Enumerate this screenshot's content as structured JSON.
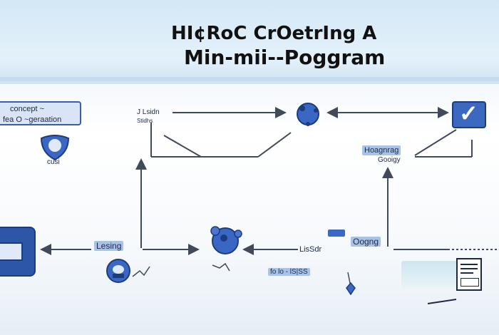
{
  "title": {
    "line1": "HI¢RoC CrOetrIng A",
    "line2": "Min-mii--Poggram"
  },
  "nodes": {
    "concept_box": {
      "line1": "concept ~",
      "line2": "fea O ~geraation"
    },
    "concept_icon_label": "cusi",
    "top_left_label": {
      "line1": "J Lsidn",
      "line2": "Stidhs"
    },
    "right_label": {
      "line1": "Hoagnrag",
      "line2": "Gooigy"
    },
    "bottom_left_label": "Lesing",
    "bottom_mid_label": "LisSdr",
    "bottom_mid_right_label": "Oogng",
    "bottom_center_label": "fo lo -  lS|SS"
  },
  "colors": {
    "accent": "#3a66c4",
    "dark_blue": "#1c3c80",
    "arrow": "#404a58",
    "label_bg": "#a9c3e8"
  }
}
